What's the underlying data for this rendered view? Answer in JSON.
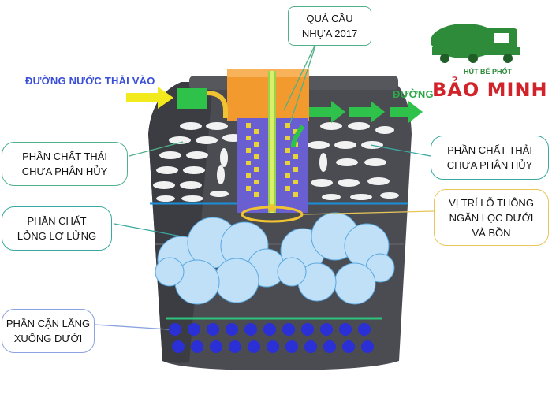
{
  "labels": {
    "inflow": "ĐƯỜNG NƯỚC THẢI VÀO",
    "outflow": "ĐƯỜNG",
    "ball_line1": "QUẢ CẦU",
    "ball_line2": "NHỰA 2017",
    "waste_left_line1": "PHẦN CHẤT THẢI",
    "waste_left_line2": "CHƯA PHÂN HỦY",
    "waste_right_line1": "PHẦN CHẤT THẢI",
    "waste_right_line2": "CHƯA PHÂN HỦY",
    "suspended_line1": "PHẦN CHẤT",
    "suspended_line2": "LỎNG LƠ LỬNG",
    "vent_line1": "VỊ TRÍ LỖ THÔNG",
    "vent_line2": "NGĂN LỌC DƯỚI",
    "vent_line3": "VÀ BỒN",
    "sediment_line1": "PHẦN CẶN LẮNG",
    "sediment_line2": "XUỐNG DƯỚI"
  },
  "brand": {
    "tagline": "HÚT BỂ PHỐT",
    "name": "BẢO MINH"
  },
  "colors": {
    "inflow_text": "#3a4fd8",
    "outflow_text": "#2fa84a",
    "tank_body": "#4a4c52",
    "orange_chamber": "#f29a2e",
    "purple_chamber": "#6a5fd0",
    "pipe_green": "#2ec24a",
    "cloud": "#bfe0f7",
    "sediment": "#2b2fd6",
    "brand_red": "#d2232a",
    "brand_green": "#2e8b3a"
  }
}
